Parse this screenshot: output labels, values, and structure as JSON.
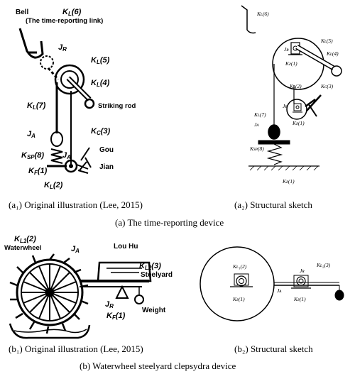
{
  "panel_a1": {
    "bell": "Bell",
    "kl6": "K",
    "kl6_sub": "L",
    "kl6_idx": "(6)",
    "link": "(The time-reporting link)",
    "jr": "J",
    "jr_sub": "R",
    "kl5_idx": "(5)",
    "kl4_idx": "(4)",
    "kl7_idx": "(7)",
    "kc3": "K",
    "kc3_sub": "C",
    "kc3_idx": "(3)",
    "striking_rod": "Striking rod",
    "ja": "J",
    "ja_sub": "A",
    "ksp8": "K",
    "ksp8_sub": "SP",
    "ksp8_idx": "(8)",
    "gou": "Gou",
    "jian": "Jian",
    "kf1": "K",
    "kf1_sub": "F",
    "kf1_idx": "(1)",
    "kl2_idx": "(2)"
  },
  "panel_a2": {
    "kl6": "Kʟ(6)",
    "jr": "Jʀ",
    "kl5": "Kʟ(5)",
    "kl4": "Kʟ(4)",
    "kf1_top": "Kғ(1)",
    "kl2": "Kʟ(2)",
    "kc3": "Kᴄ(3)",
    "jb": "Jʙ",
    "kf1_mid": "Kғ(1)",
    "kl7": "Kʟ(7)",
    "ja": "Jᴀ",
    "ksp8": "Ksᴘ(8)",
    "kf1_bot": "Kғ(1)"
  },
  "captions": {
    "a1": "(a₁) Original illustration (Lee, 2015)",
    "a2": "(a₂) Structural sketch",
    "a": "(a) The time-reporting device",
    "b1": "(b₁) Original illustration (Lee, 2015)",
    "b2": "(b₂) Structural sketch",
    "b": "(b) Waterwheel steelyard clepsydra device"
  },
  "panel_b1": {
    "kl1_2": "K",
    "kl1_sub": "L1",
    "kl1_idx": "(2)",
    "waterwheel": "Waterwheel",
    "ja": "J",
    "ja_sub": "A",
    "lou_hu": "Lou Hu",
    "kl2_3": "K",
    "kl2_sub": "L2",
    "kl2_idx": "(3)",
    "steelyard": "Steelyard",
    "jr": "J",
    "jr_sub": "R",
    "kf1": "K",
    "kf1_sub": "F",
    "kf1_idx": "(1)",
    "weight": "Weight"
  },
  "panel_b2": {
    "kl1": "Kʟ₁(2)",
    "jr": "Jʀ",
    "kl2": "Kʟ₂(3)",
    "ja": "Jᴀ",
    "kf1_left": "Kғ(1)",
    "kf1_right": "Kғ(1)"
  }
}
